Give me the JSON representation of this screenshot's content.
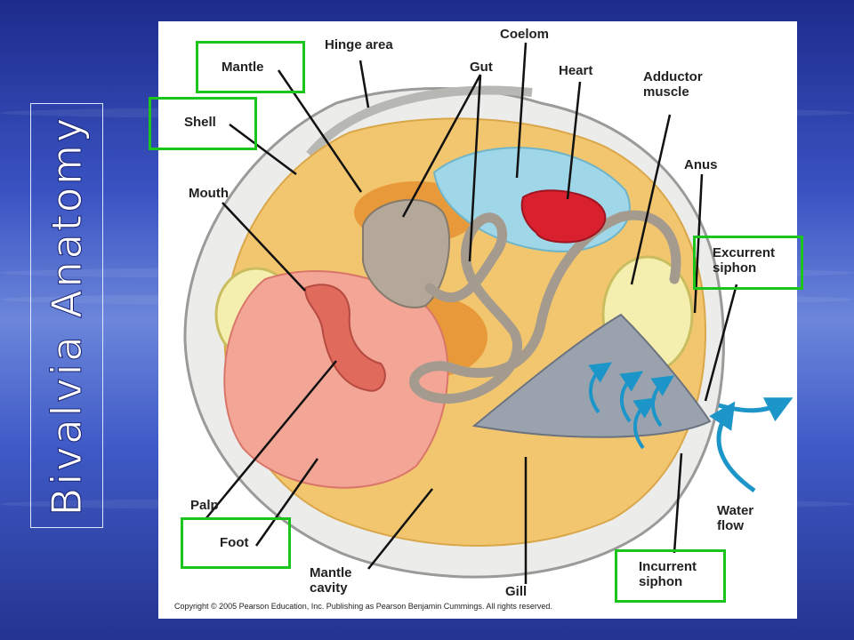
{
  "slide": {
    "title": "Bivalvia Anatomy"
  },
  "figure": {
    "labels": {
      "hinge_area": "Hinge area",
      "coelom": "Coelom",
      "mantle": "Mantle",
      "gut": "Gut",
      "heart": "Heart",
      "adductor_muscle": "Adductor muscle",
      "shell": "Shell",
      "anus": "Anus",
      "mouth": "Mouth",
      "excurrent_siphon": "Excurrent siphon",
      "water_flow": "Water flow",
      "palp": "Palp",
      "foot": "Foot",
      "mantle_cavity": "Mantle cavity",
      "gill": "Gill",
      "incurrent_siphon": "Incurrent siphon"
    },
    "copyright": "Copyright © 2005 Pearson Education, Inc. Publishing as Pearson Benjamin Cummings. All rights reserved.",
    "colors": {
      "highlight_box": "#1cc51c",
      "coelom": "#9fd6e8",
      "heart": "#d8202e",
      "flow_arrow": "#1c95c9",
      "foot": "#f3a596",
      "mantle": "#f2c66e"
    }
  }
}
